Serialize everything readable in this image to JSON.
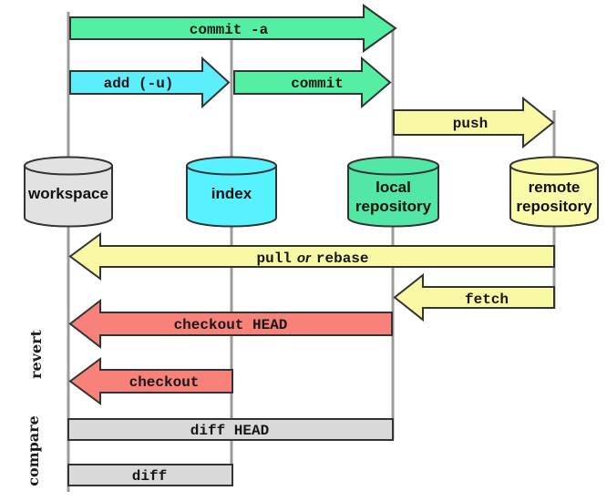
{
  "colors": {
    "green": "#55efa3",
    "cyan_arrow": "#5deefc",
    "yellow": "#f9f9a5",
    "red": "#f8817a",
    "gray_bar": "#d9d9d9",
    "workspace_gray": "#e2e2e2",
    "index_cyan": "#57f1ff",
    "local_green": "#52e7a4",
    "remote_yellow": "#fafaa9",
    "guide_line": "#9b9b9b",
    "outline": "#333333"
  },
  "nodes": [
    {
      "id": "workspace",
      "label": "workspace",
      "color": "#e2e2e2"
    },
    {
      "id": "index",
      "label": "index",
      "color": "#57f1ff"
    },
    {
      "id": "local-repository",
      "line1": "local",
      "line2": "repository",
      "color": "#52e7a4"
    },
    {
      "id": "remote-repository",
      "line1": "remote",
      "line2": "repository",
      "color": "#fafaa9"
    }
  ],
  "arrows": [
    {
      "id": "commit-a",
      "label": "commit -a",
      "direction": "right",
      "color": "#55efa3"
    },
    {
      "id": "add-u",
      "label": "add (-u)",
      "direction": "right",
      "color": "#5deefc"
    },
    {
      "id": "commit",
      "label": "commit",
      "direction": "right",
      "color": "#55efa3"
    },
    {
      "id": "push",
      "label": "push",
      "direction": "right",
      "color": "#f9f9a5"
    },
    {
      "id": "pull-or-rebase",
      "parts": {
        "a": "pull",
        "b": "or",
        "c": "rebase"
      },
      "direction": "left",
      "color": "#f9f9a5"
    },
    {
      "id": "fetch",
      "label": "fetch",
      "direction": "left",
      "color": "#f9f9a5"
    },
    {
      "id": "checkout-head",
      "label": "checkout HEAD",
      "direction": "left",
      "color": "#f8817a"
    },
    {
      "id": "checkout",
      "label": "checkout",
      "direction": "left",
      "color": "#f8817a"
    },
    {
      "id": "diff-head",
      "label": "diff HEAD",
      "direction": "none",
      "color": "#d9d9d9"
    },
    {
      "id": "diff",
      "label": "diff",
      "direction": "none",
      "color": "#d9d9d9"
    }
  ],
  "side_labels": {
    "revert": "revert",
    "compare": "compare"
  }
}
